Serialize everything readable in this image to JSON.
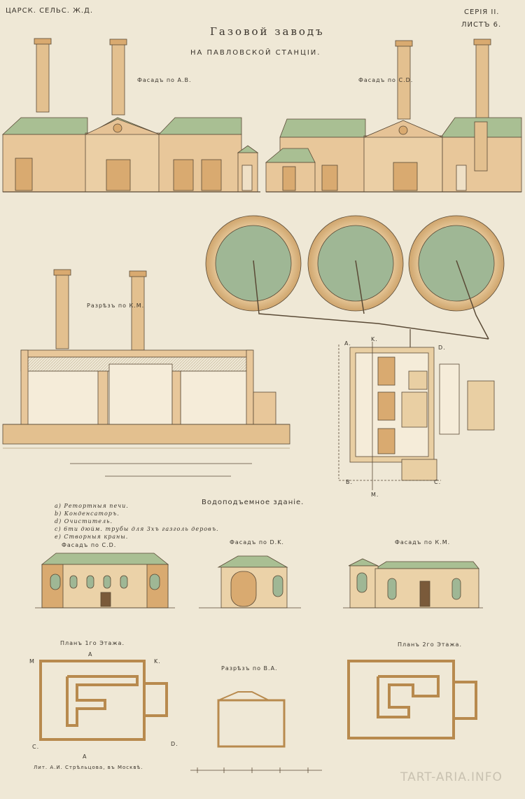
{
  "header": {
    "left": "ЦАРСК. СЕЛЬС. Ж.Д.",
    "series": "СЕРІЯ II.",
    "sheet": "ЛИСТЪ 6."
  },
  "title": {
    "main": "Газовой заводъ",
    "sub": "НА ПАВЛОВСКОЙ СТАНЦІИ."
  },
  "labels": {
    "facade_ab": "Фасадъ по А.В.",
    "facade_cd_top": "Фасадъ по С.D.",
    "section_km": "Разрѣзъ по К.М.",
    "water_building": "Водоподъемное зданіе.",
    "facade_cd": "Фасадъ по С.D.",
    "facade_dk": "Фасадъ по D.K.",
    "facade_km": "Фасадъ по К.М.",
    "plan_1": "Планъ 1го Этажа.",
    "section_ba": "Разрѣзъ по В.А.",
    "plan_2": "Планъ 2го Этажа."
  },
  "legend": [
    "a) Ретортныя печи.",
    "b) Конденсаторъ.",
    "d) Очиститель.",
    "c) 6ти дюйм. трубы для 3хъ газголь деровъ.",
    "e) Створныя краны."
  ],
  "plan_letters": [
    "A.",
    "K.",
    "D.",
    "B.",
    "C.",
    "M.",
    "M",
    "K.",
    "C.",
    "D.",
    "A",
    "A"
  ],
  "footer": {
    "publisher": "Лит. А.И. Стрѣльцова, въ Москвѣ.",
    "watermark": "TART-ARIA.INFO"
  },
  "colors": {
    "paper": "#efe8d6",
    "wall": "#e8c79a",
    "wall_dark": "#d9aa70",
    "roof": "#a9bf93",
    "gasholder": "#9fb795",
    "ring": "#dcb886",
    "line": "#5a4a36"
  }
}
